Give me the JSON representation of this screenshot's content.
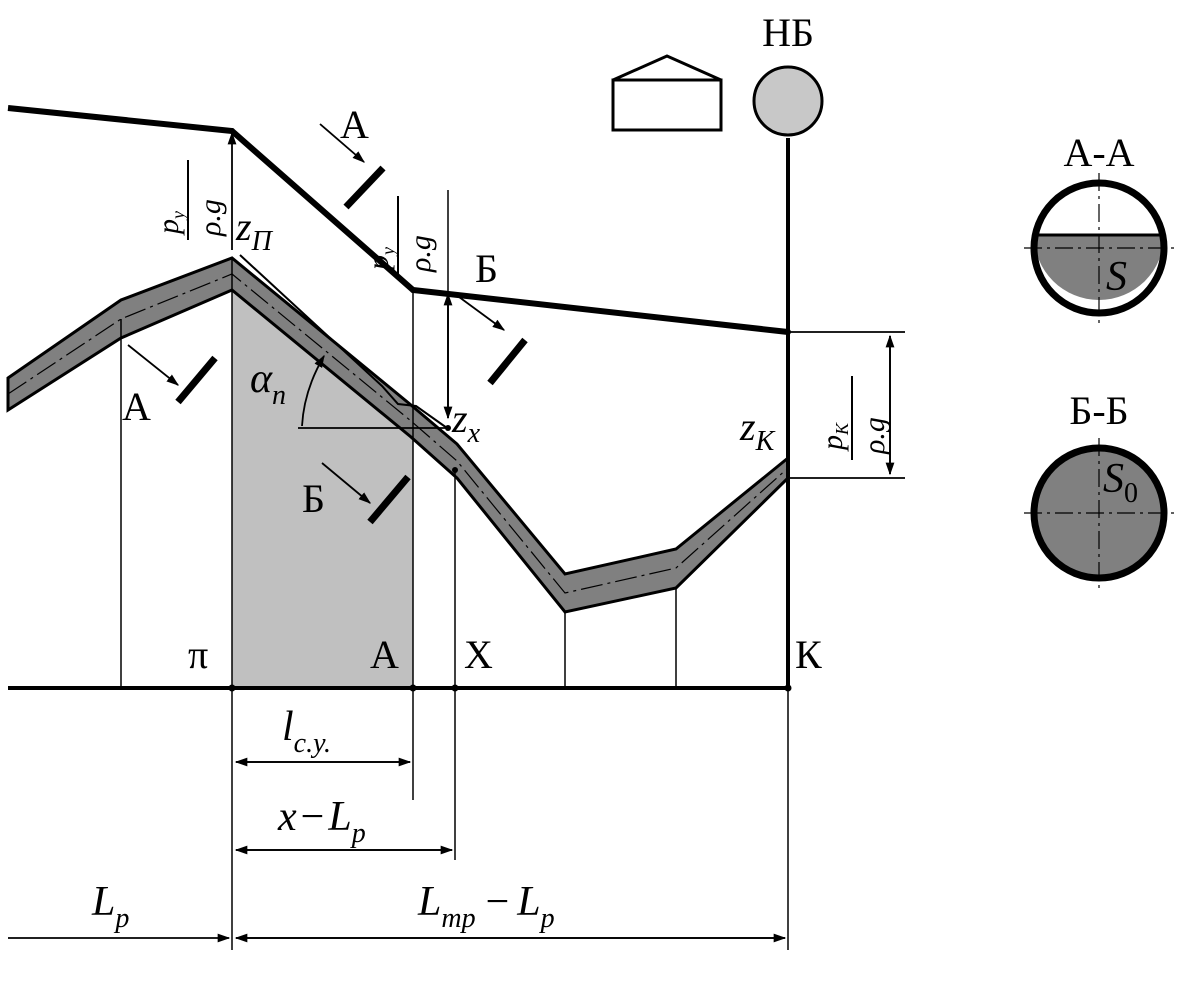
{
  "top_right_label": "НБ",
  "labels": {
    "section_a": "А",
    "section_b": "Б",
    "point_p": "π",
    "point_a": "А",
    "point_x": "X",
    "point_k": "К"
  },
  "math": {
    "p_y": "p",
    "p_y_sub": "y",
    "rho_g": "ρ.g",
    "z": "z",
    "z_p_sub": "П",
    "z_x_sub": "x",
    "z_k_sub": "K",
    "p_k": "p",
    "p_k_sub": "K",
    "alpha": "α",
    "alpha_sub": "n",
    "l": "l",
    "l_sub": "c.y.",
    "x": "x",
    "minus": "−",
    "L": "L",
    "L_p_sub": "p",
    "L_tr_sub": "mp"
  },
  "sections": [
    {
      "title": "А-А",
      "area_label": "S",
      "fill": "partial"
    },
    {
      "title": "Б-Б",
      "area_label": "S",
      "area_sub": "0",
      "fill": "full"
    }
  ],
  "colors": {
    "line": "#000000",
    "pipe_fill": "#808080",
    "column_fill": "#c0c0c0",
    "circle_fill": "#c8c8c8"
  }
}
